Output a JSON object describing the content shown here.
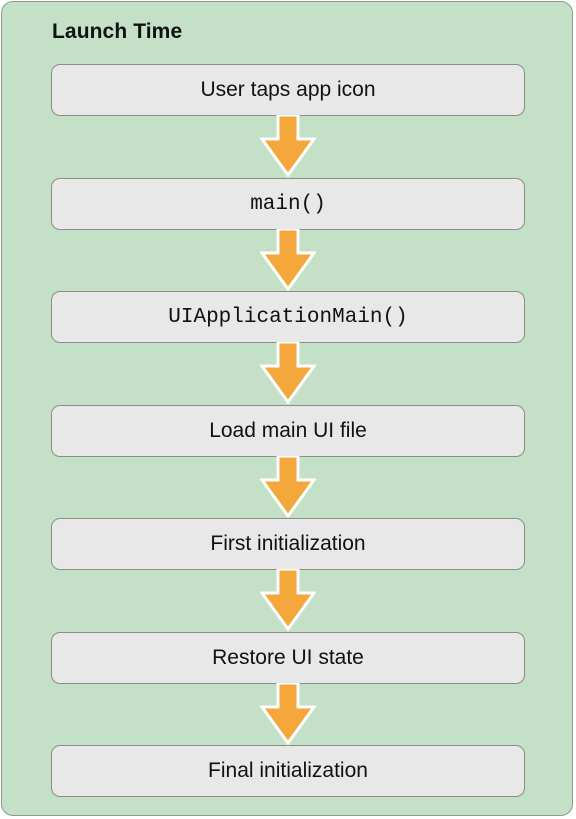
{
  "diagram": {
    "title": "Launch Time",
    "steps": [
      {
        "label": "User taps app icon",
        "style": "sans"
      },
      {
        "label": "main()",
        "style": "mono"
      },
      {
        "label": "UIApplicationMain()",
        "style": "mono"
      },
      {
        "label": "Load main UI file",
        "style": "sans"
      },
      {
        "label": "First initialization",
        "style": "sans"
      },
      {
        "label": "Restore UI state",
        "style": "sans"
      },
      {
        "label": "Final initialization",
        "style": "sans"
      }
    ],
    "colors": {
      "panel_background": "#c4e1c7",
      "step_background": "#e8e8e8",
      "arrow_fill": "#f4a73a",
      "arrow_outline": "#ffffff"
    }
  }
}
